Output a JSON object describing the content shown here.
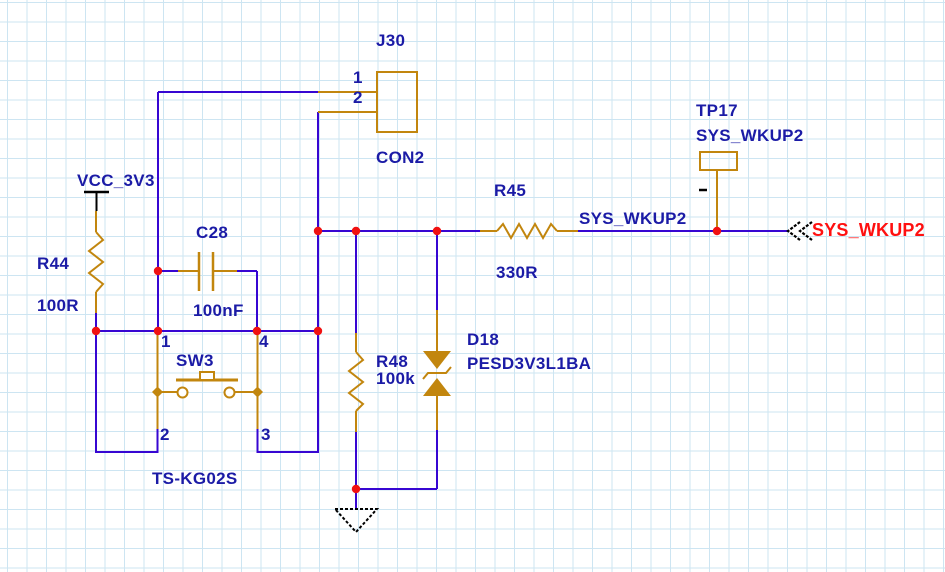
{
  "schematic": {
    "power_net": {
      "label": "VCC_3V3"
    },
    "connector_j30": {
      "designator": "J30",
      "value": "CON2",
      "pin1": "1",
      "pin2": "2"
    },
    "test_point_tp17": {
      "designator": "TP17",
      "net": "SYS_WKUP2"
    },
    "resistor_r44": {
      "designator": "R44",
      "value": "100R"
    },
    "resistor_r45": {
      "designator": "R45",
      "value": "330R"
    },
    "resistor_r48": {
      "designator": "R48",
      "value": "100k"
    },
    "capacitor_c28": {
      "designator": "C28",
      "value": "100nF"
    },
    "switch_sw3": {
      "designator": "SW3",
      "value": "TS-KG02S",
      "pin1": "1",
      "pin2": "2",
      "pin3": "3",
      "pin4": "4"
    },
    "diode_d18": {
      "designator": "D18",
      "value": "PESD3V3L1BA"
    },
    "net_label": "SYS_WKUP2",
    "port": {
      "label": "SYS_WKUP2"
    },
    "colors": {
      "wire": "#3706d2",
      "component": "#c2860e",
      "junction": "#f01111",
      "label_text": "#1b1ba6",
      "port_text": "#ff1010",
      "grid": "#cde5f2",
      "background": "#ffffff"
    }
  }
}
